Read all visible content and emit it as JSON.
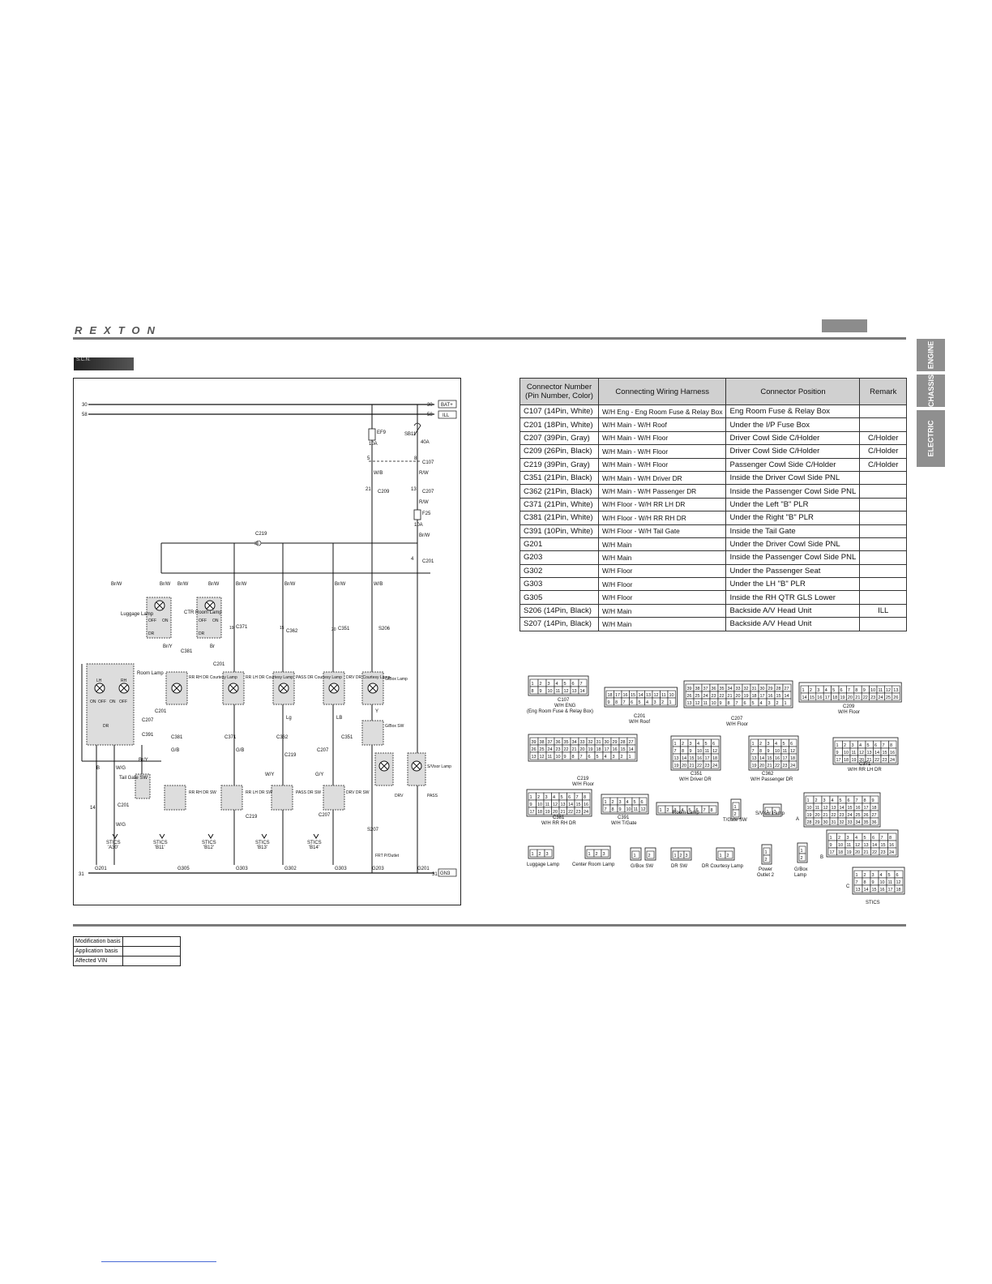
{
  "header": {
    "brand": "REXTON"
  },
  "side_tabs": [
    {
      "label": "ENGINE",
      "color": "#8f8f8f"
    },
    {
      "label": "CHASSIS",
      "color": "#8f8f8f"
    },
    {
      "label": "ELECTRIC",
      "color": "#8f8f8f"
    }
  ],
  "section_tag": "S.C.N.",
  "diagram": {
    "rails": {
      "r30": "30",
      "r58": "58",
      "r31": "31",
      "bat": "BAT+",
      "ill": "ILL",
      "gn3": "GN3"
    },
    "fuses": [
      {
        "name": "EF9",
        "rating": "10A"
      },
      {
        "name": "SB11",
        "rating": "40A"
      },
      {
        "name": "F25",
        "rating": "10A"
      }
    ],
    "wires": {
      "wb": "W/B",
      "rw": "R/W",
      "brw": "Br/W",
      "gb": "G/B",
      "lg": "Lg",
      "lb": "LB",
      "b": "B",
      "wg": "W/G",
      "bry": "Br/Y",
      "br": "Br",
      "wy": "W/Y",
      "gy": "G/Y",
      "y": "Y"
    },
    "conn_labels": {
      "c107": "C107",
      "c209": "C209",
      "c207": "C207",
      "c219": "C219",
      "c201": "C201",
      "c381": "C381",
      "c371": "C371",
      "c362": "C362",
      "c351": "C351",
      "c391": "C391",
      "s206": "S206",
      "s207": "S207"
    },
    "pins": {
      "p5": "5",
      "p8": "8",
      "p21": "21",
      "p13": "13",
      "p4": "4",
      "p36": "36",
      "p19": "19",
      "p15": "15",
      "p20": "20",
      "p14": "14",
      "p7": "7",
      "p1": "1",
      "p2": "2",
      "p3": "3",
      "p18": "18",
      "p35": "35",
      "p37": "37",
      "p6": "6"
    },
    "components": {
      "luggage": "Luggage Lamp",
      "ctr": "CTR Room Lamp",
      "room": "Room Lamp",
      "rrrh_lamp": "RR RH DR Courtesy Lamp",
      "rrlh_lamp": "RR LH DR Courtesy Lamp",
      "pass_lamp": "PASS DR Courtesy Lamp",
      "drv_lamp": "DRV DR Courtesy Lamp",
      "gbox_lamp": "G/Box Lamp",
      "gbox_sw": "G/Box SW",
      "svisor": "S/Visor Lamp",
      "tailgate": "Tail Gate SW",
      "rrrh_sw": "RR RH DR SW",
      "rrlh_sw": "RR LH DR SW",
      "pass_sw": "PASS DR SW",
      "drv_sw": "DRV DR SW",
      "frt": "FRT P/Outlet",
      "drv": "DRV",
      "pass": "PASS",
      "off": "OFF",
      "on": "ON",
      "dr": "DR",
      "lh": "LH",
      "rh": "RH"
    },
    "stics": [
      {
        "label": "STICS",
        "code": "'A30'"
      },
      {
        "label": "STICS",
        "code": "'B11'"
      },
      {
        "label": "STICS",
        "code": "'B12'"
      },
      {
        "label": "STICS",
        "code": "'B13'"
      },
      {
        "label": "STICS",
        "code": "'B14'"
      }
    ],
    "grounds": {
      "g201": "G201",
      "g305": "G305",
      "g303": "G303",
      "g302": "G302",
      "g203": "G203"
    }
  },
  "connector_table": {
    "headers": [
      "Connector Number (Pin Number, Color)",
      "Connecting Wiring Harness",
      "Connector Position",
      "Remark"
    ],
    "rows": [
      [
        "C107 (14Pin, White)",
        "W/H Eng - Eng Room Fuse & Relay Box",
        "Eng Room Fuse & Relay Box",
        ""
      ],
      [
        "C201 (18Pin, White)",
        "W/H Main - W/H Roof",
        "Under the I/P Fuse Box",
        ""
      ],
      [
        "C207 (39Pin, Gray)",
        "W/H Main - W/H Floor",
        "Driver Cowl Side C/Holder",
        "C/Holder"
      ],
      [
        "C209 (26Pin, Black)",
        "W/H Main - W/H Floor",
        "Driver Cowl Side C/Holder",
        "C/Holder"
      ],
      [
        "C219 (39Pin, Gray)",
        "W/H Main - W/H Floor",
        "Passenger Cowl Side C/Holder",
        "C/Holder"
      ],
      [
        "C351 (21Pin, Black)",
        "W/H Main - W/H Driver DR",
        "Inside the Driver Cowl Side PNL",
        ""
      ],
      [
        "C362 (21Pin, Black)",
        "W/H Main - W/H Passenger DR",
        "Inside the Passenger Cowl Side PNL",
        ""
      ],
      [
        "C371 (21Pin, White)",
        "W/H Floor - W/H RR LH DR",
        "Under the Left \"B\" PLR",
        ""
      ],
      [
        "C381 (21Pin, White)",
        "W/H Floor - W/H RR RH DR",
        "Under the Right \"B\" PLR",
        ""
      ],
      [
        "C391 (10Pin, White)",
        "W/H Floor - W/H Tail Gate",
        "Inside the Tail Gate",
        ""
      ],
      [
        "G201",
        "W/H Main",
        "Under the Driver Cowl Side PNL",
        ""
      ],
      [
        "G203",
        "W/H Main",
        "Inside the Passenger Cowl Side PNL",
        ""
      ],
      [
        "G302",
        "W/H Floor",
        "Under the Passenger Seat",
        ""
      ],
      [
        "G303",
        "W/H Floor",
        "Under the LH \"B\" PLR",
        ""
      ],
      [
        "G305",
        "W/H Floor",
        "Inside the RH QTR GLS Lower",
        ""
      ],
      [
        "S206 (14Pin, Black)",
        "W/H Main",
        "Backside A/V Head Unit",
        "ILL"
      ],
      [
        "S207 (14Pin, Black)",
        "W/H Main",
        "Backside A/V Head Unit",
        ""
      ]
    ]
  },
  "connector_views": {
    "c107": [
      "C107",
      "W/H ENG",
      "(Eng Room Fuse & Relay Box)"
    ],
    "c201": [
      "C201",
      "W/H Roof"
    ],
    "c207": [
      "C207",
      "W/H Floor"
    ],
    "c209": [
      "C209",
      "W/H Floor"
    ],
    "c219": [
      "C219",
      "W/H Floor"
    ],
    "c351": [
      "C351",
      "W/H Driver DR"
    ],
    "c362": [
      "C362",
      "W/H Passenger DR"
    ],
    "c371": [
      "C371",
      "W/H RR LH DR"
    ],
    "c381": [
      "C381",
      "W/H RR RH DR"
    ],
    "c391": [
      "C391",
      "W/H T/Gate"
    ],
    "small": {
      "room": "Room Lamp",
      "tgate": "T/Gate SW",
      "svisor": "S/Visor Lamp",
      "luggage": "Luggage Lamp",
      "center": "Center Room Lamp",
      "gboxsw": "G/Box SW",
      "drsw": "DR SW",
      "drcourtesy": "DR Courtesy Lamp",
      "power1": "Power",
      "power2": "Outlet 2",
      "gbox1": "G/Box",
      "gbox2": "Lamp",
      "stics": "STICS",
      "a": "A",
      "b": "B",
      "c": "C"
    }
  },
  "modification_table": [
    {
      "label": "Modification basis",
      "value": ""
    },
    {
      "label": "Application basis",
      "value": ""
    },
    {
      "label": "Affected VIN",
      "value": ""
    }
  ]
}
